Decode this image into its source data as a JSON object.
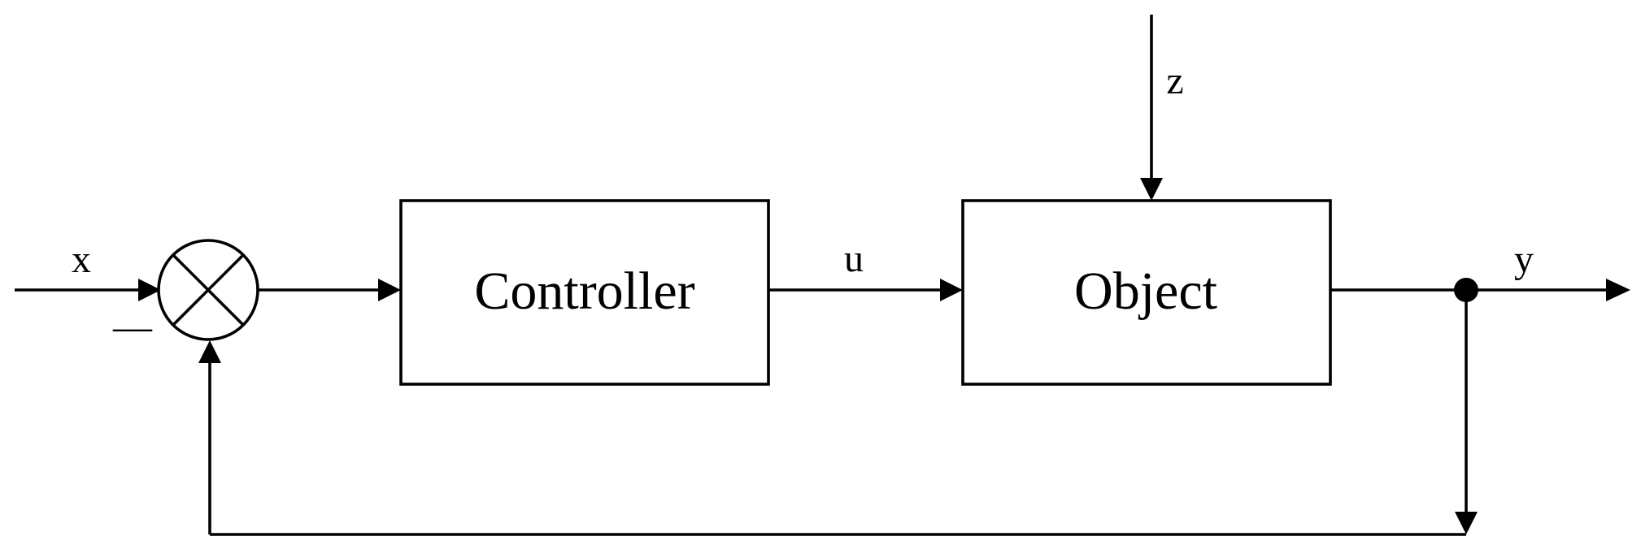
{
  "blocks": {
    "controller": "Controller",
    "object": "Object"
  },
  "signals": {
    "input": "x",
    "control": "u",
    "disturbance": "z",
    "output": "y"
  },
  "summing_junction": {
    "sign": "—"
  },
  "colors": {
    "stroke": "#000000",
    "background": "#ffffff"
  }
}
